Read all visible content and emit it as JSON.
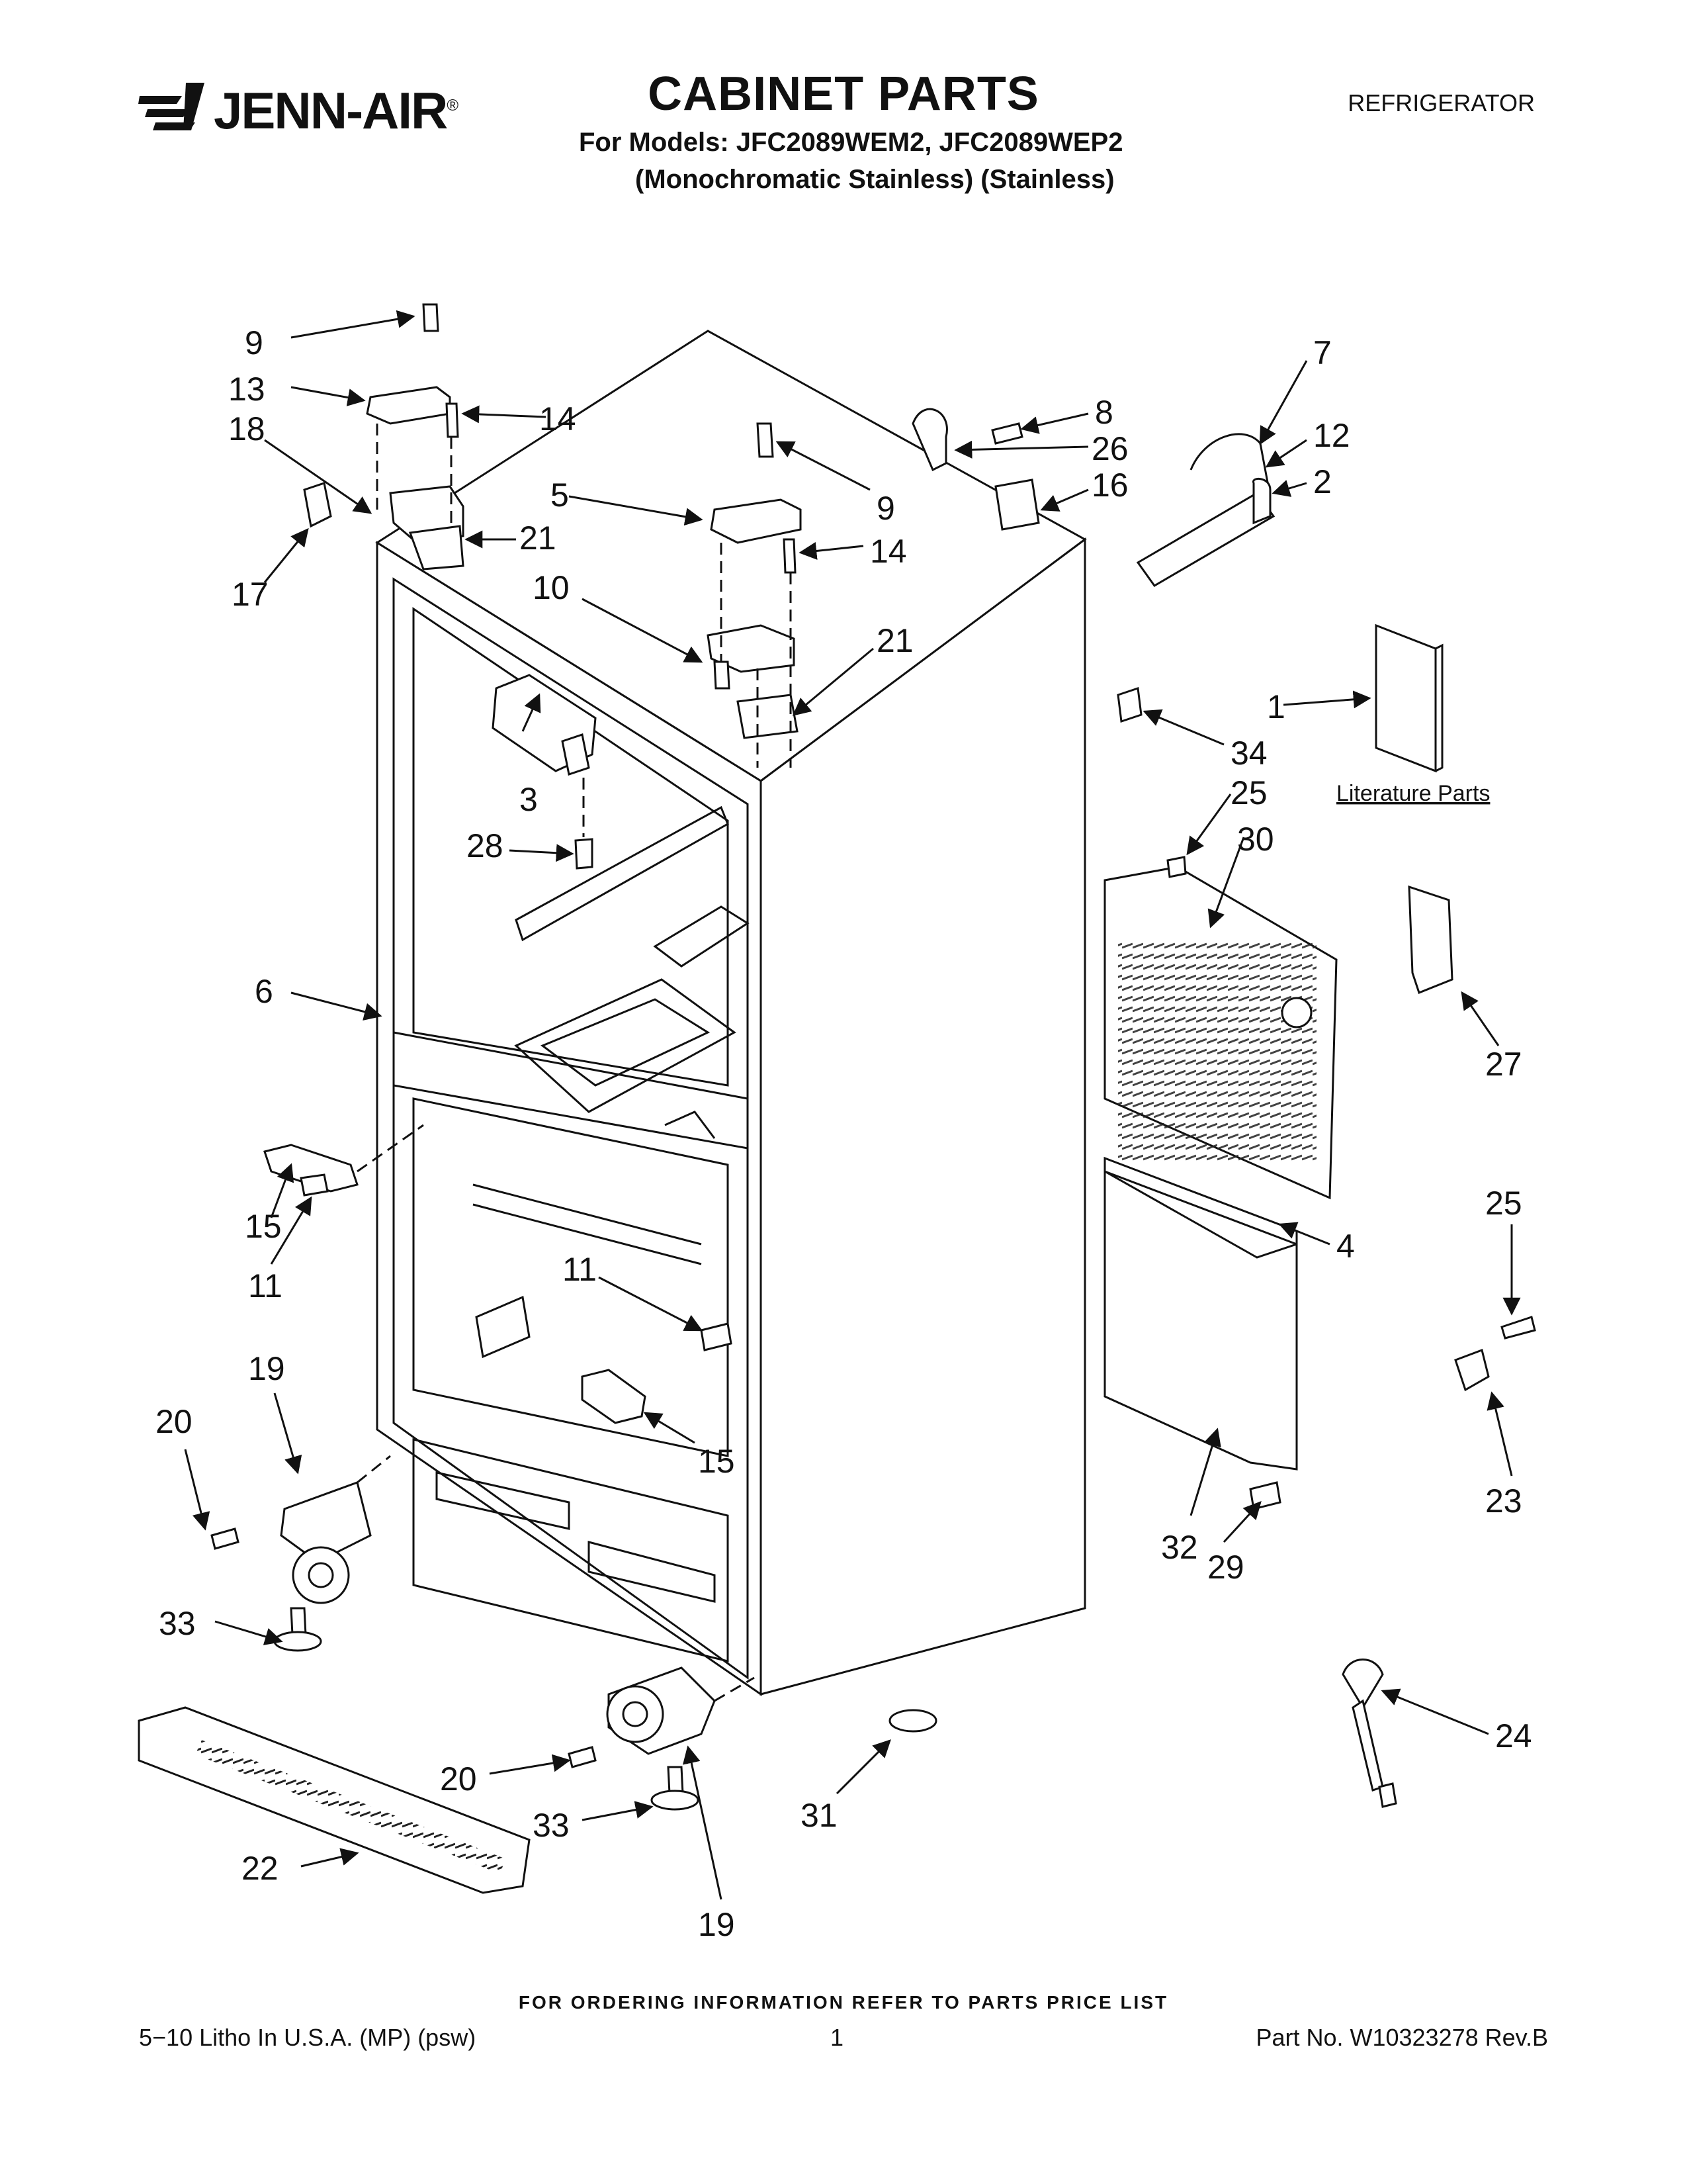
{
  "header": {
    "brand": "JENN-AIR",
    "brand_mark": "®",
    "title": "CABINET PARTS",
    "models_line": "For Models: JFC2089WEM2, JFC2089WEP2",
    "colors_line": "(Monochromatic Stainless) (Stainless)",
    "category": "REFRIGERATOR"
  },
  "callouts": [
    {
      "id": "c9a",
      "text": "9"
    },
    {
      "id": "c13",
      "text": "13"
    },
    {
      "id": "c18",
      "text": "18"
    },
    {
      "id": "c14a",
      "text": "14"
    },
    {
      "id": "c17",
      "text": "17"
    },
    {
      "id": "c21a",
      "text": "21"
    },
    {
      "id": "c5",
      "text": "5"
    },
    {
      "id": "c9b",
      "text": "9"
    },
    {
      "id": "c14b",
      "text": "14"
    },
    {
      "id": "c10",
      "text": "10"
    },
    {
      "id": "c21b",
      "text": "21"
    },
    {
      "id": "c8",
      "text": "8"
    },
    {
      "id": "c26",
      "text": "26"
    },
    {
      "id": "c16",
      "text": "16"
    },
    {
      "id": "c7",
      "text": "7"
    },
    {
      "id": "c12",
      "text": "12"
    },
    {
      "id": "c2",
      "text": "2"
    },
    {
      "id": "c1",
      "text": "1"
    },
    {
      "id": "c34",
      "text": "34"
    },
    {
      "id": "c25a",
      "text": "25"
    },
    {
      "id": "c30",
      "text": "30"
    },
    {
      "id": "c3",
      "text": "3"
    },
    {
      "id": "c28",
      "text": "28"
    },
    {
      "id": "c6",
      "text": "6"
    },
    {
      "id": "c27",
      "text": "27"
    },
    {
      "id": "c15a",
      "text": "15"
    },
    {
      "id": "c11a",
      "text": "11"
    },
    {
      "id": "c25b",
      "text": "25"
    },
    {
      "id": "c4",
      "text": "4"
    },
    {
      "id": "c11b",
      "text": "11"
    },
    {
      "id": "c19a",
      "text": "19"
    },
    {
      "id": "c20a",
      "text": "20"
    },
    {
      "id": "c15b",
      "text": "15"
    },
    {
      "id": "c23",
      "text": "23"
    },
    {
      "id": "c32",
      "text": "32"
    },
    {
      "id": "c29",
      "text": "29"
    },
    {
      "id": "c33a",
      "text": "33"
    },
    {
      "id": "c24",
      "text": "24"
    },
    {
      "id": "c20b",
      "text": "20"
    },
    {
      "id": "c31",
      "text": "31"
    },
    {
      "id": "c33b",
      "text": "33"
    },
    {
      "id": "c22",
      "text": "22"
    },
    {
      "id": "c19b",
      "text": "19"
    }
  ],
  "literature_label": "Literature Parts",
  "footer": {
    "ordering": "FOR ORDERING INFORMATION REFER TO PARTS PRICE LIST",
    "litho": "5−10 Litho In U.S.A. (MP) (psw)",
    "page": "1",
    "part_no": "Part No. W10323278 Rev.B"
  }
}
